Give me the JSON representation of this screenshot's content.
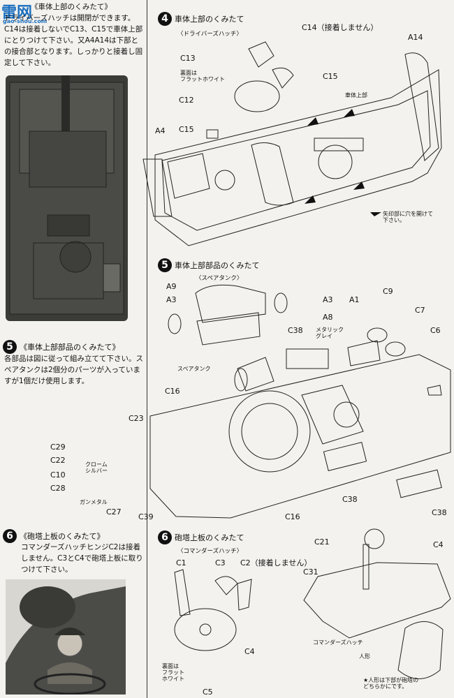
{
  "watermark": {
    "logo": "雷网",
    "url": "gao-shou.com"
  },
  "left": {
    "top_title": "《車体上部のくみたて》",
    "top_text": "ドライバーズハッチは開閉ができます。C14は接着しないでC13、C15で車体上部にとりつけて下さい。又A4A14は下部との接合部となります。しっかりと接着し固定して下さい。",
    "step5_num": "5",
    "step5_title": "《車体上部部品のくみたて》",
    "step5_text": "各部品は図に従って組み立てて下さい。スペアタンクは2個分のパーツが入っていますが1個だけ使用します。",
    "step6_num": "6",
    "step6_title": "《砲塔上板のくみたて》",
    "step6_text": "コマンダーズハッチヒンジC2は接着しません。C3とC4で砲塔上板に取りつけて下さい。"
  },
  "step4": {
    "num": "4",
    "title": "車体上部のくみたて",
    "subtitle": "〈ドライバーズハッチ〉",
    "labels": {
      "c14": "C14（接着しません）",
      "a14": "A14",
      "c13": "C13",
      "c15a": "C15",
      "c12": "C12",
      "c15b": "C15",
      "a4": "A4",
      "hull_upper": "車体上部",
      "flat_white": "裏面は\nフラットホワイト",
      "arrow_note": "矢印部に穴を開けて\n下さい。"
    }
  },
  "step5": {
    "num": "5",
    "title": "車体上部部品のくみたて",
    "subtitle": "〈スペアタンク〉",
    "labels": {
      "a9": "A9",
      "a3l": "A3",
      "a3r": "A3",
      "a8": "A8",
      "a1": "A1",
      "c9": "C9",
      "c7": "C7",
      "c6": "C6",
      "c38a": "C38",
      "metallic_grey": "メタリック\nグレイ",
      "spare_tank": "スペアタンク",
      "c16a": "C16",
      "c23": "C23",
      "c29": "C29",
      "c22": "C22",
      "chrome_silver": "クローム\nシルバー",
      "c10": "C10",
      "c28": "C28",
      "gunmetal": "ガンメタル",
      "c27": "C27",
      "c39": "C39",
      "c16b": "C16",
      "c38b": "C38",
      "c38c": "C38"
    }
  },
  "step6": {
    "num": "6",
    "title": "砲塔上板のくみたて",
    "subtitle": "〈コマンダーズハッチ〉",
    "labels": {
      "c1": "C1",
      "c3": "C3",
      "c2": "C2（接着しません）",
      "c21": "C21",
      "c4a": "C4",
      "c31": "C31",
      "c4b": "C4",
      "c5": "C5",
      "flat_white": "裏面は\nフラット\nホワイト",
      "commander_hatch": "コマンダーズハッチ",
      "figure": "人形",
      "note": "★人形は下部が砲塔の\nどちらかにです。"
    }
  }
}
